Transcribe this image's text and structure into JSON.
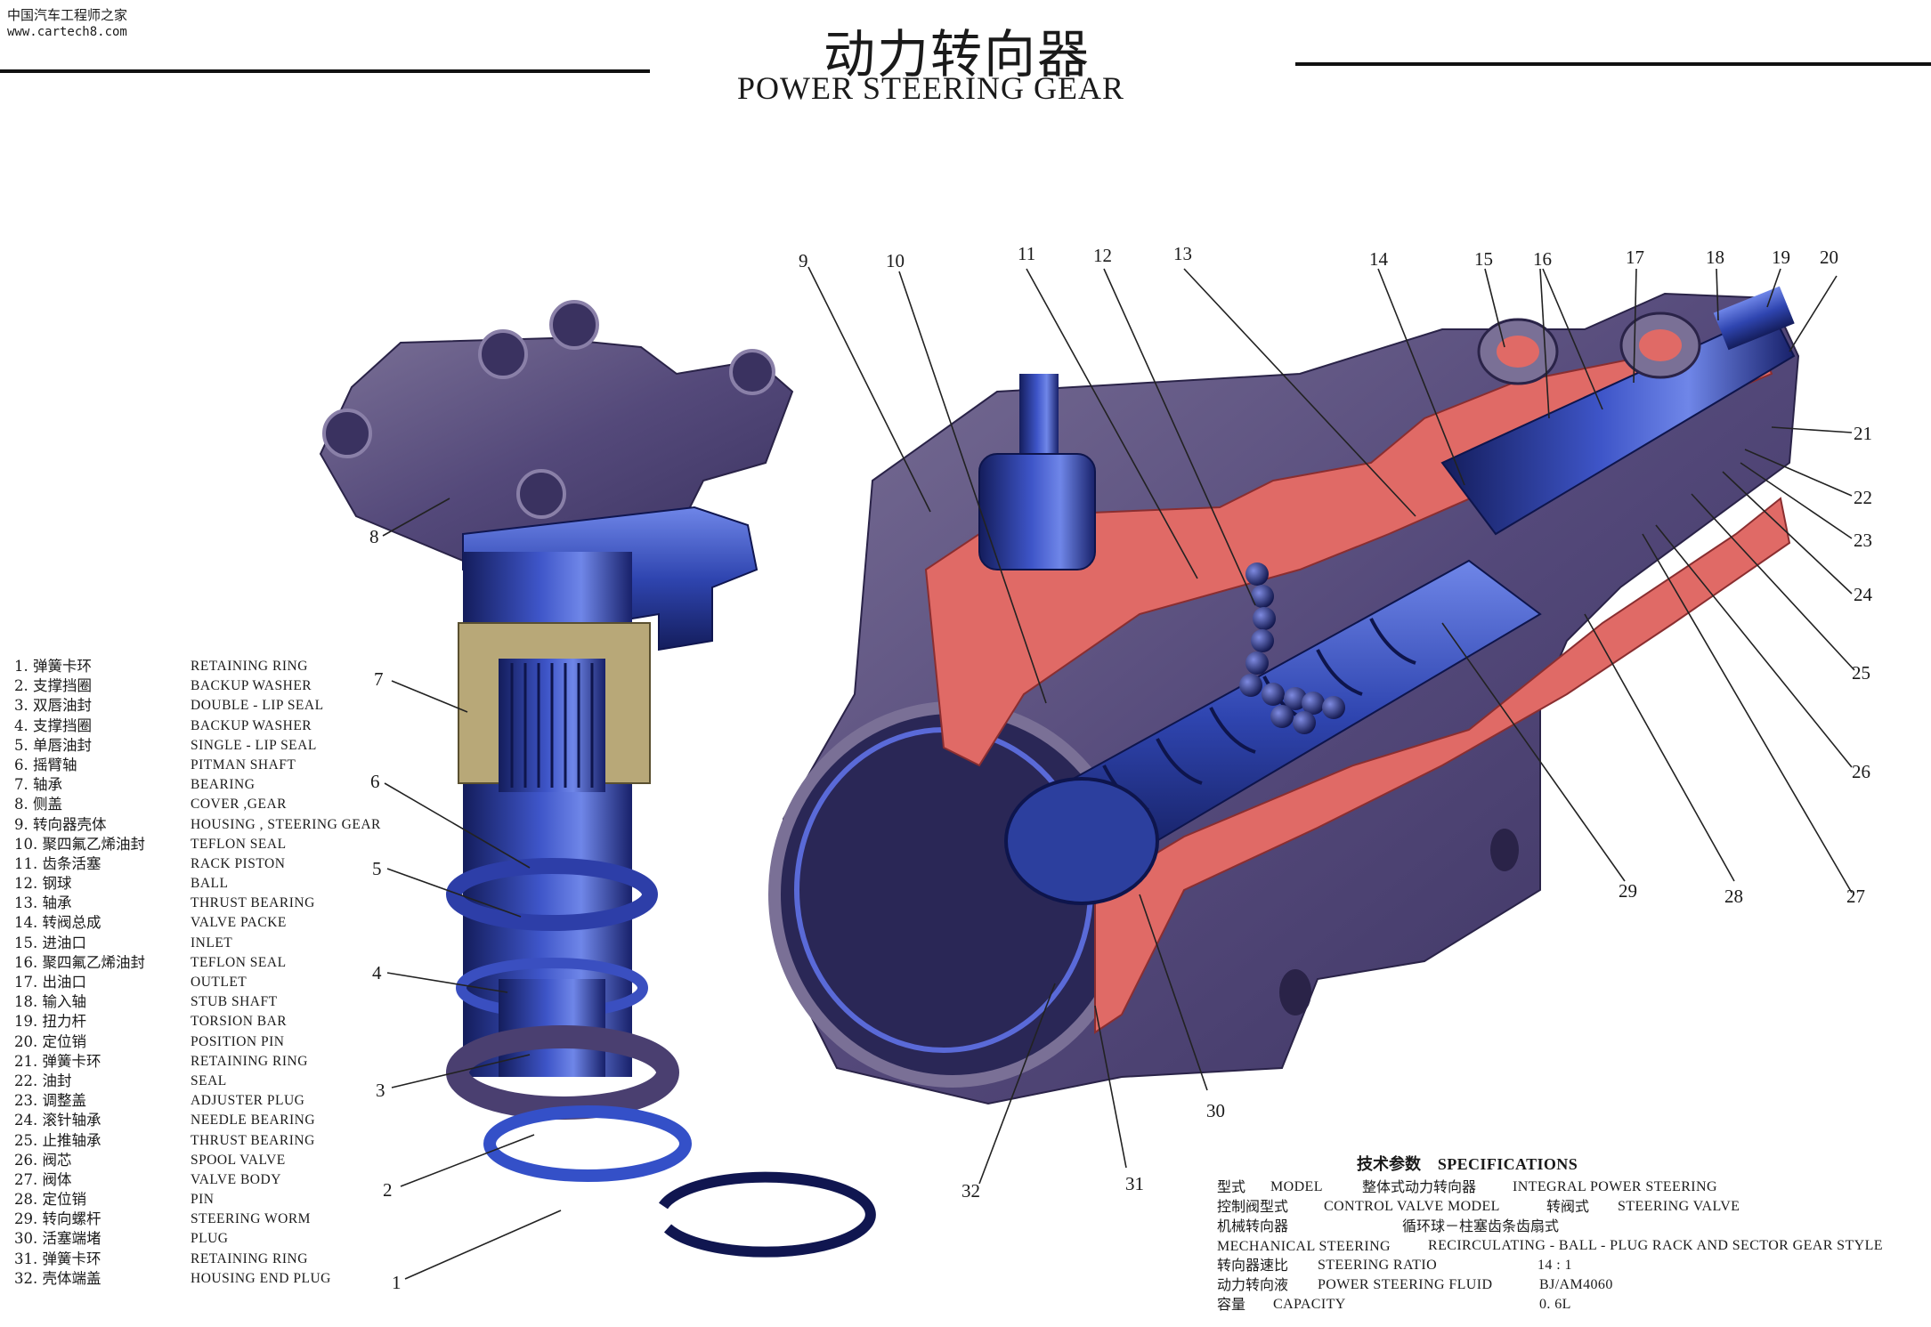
{
  "watermark": {
    "line1": "中国汽车工程师之家",
    "line2": "www.cartech8.com"
  },
  "title": {
    "cn": "动力转向器",
    "en": "POWER STEERING GEAR"
  },
  "legend": [
    {
      "cn": "1. 弹簧卡环",
      "en": "RETAINING RING"
    },
    {
      "cn": "2. 支撑挡圈",
      "en": "BACKUP WASHER"
    },
    {
      "cn": "3. 双唇油封",
      "en": "DOUBLE - LIP SEAL"
    },
    {
      "cn": "4. 支撑挡圈",
      "en": "BACKUP WASHER"
    },
    {
      "cn": "5. 单唇油封",
      "en": "SINGLE - LIP SEAL"
    },
    {
      "cn": "6. 摇臂轴",
      "en": "PITMAN SHAFT"
    },
    {
      "cn": "7. 轴承",
      "en": "BEARING"
    },
    {
      "cn": "8. 侧盖",
      "en": "COVER ,GEAR"
    },
    {
      "cn": "9. 转向器壳体",
      "en": "HOUSING , STEERING GEAR"
    },
    {
      "cn": "10. 聚四氟乙烯油封",
      "en": "TEFLON SEAL"
    },
    {
      "cn": "11. 齿条活塞",
      "en": "RACK PISTON"
    },
    {
      "cn": "12. 钢球",
      "en": "BALL"
    },
    {
      "cn": "13. 轴承",
      "en": "THRUST BEARING"
    },
    {
      "cn": "14. 转阀总成",
      "en": "VALVE PACKE"
    },
    {
      "cn": "15. 进油口",
      "en": "INLET"
    },
    {
      "cn": "16. 聚四氟乙烯油封",
      "en": "TEFLON SEAL"
    },
    {
      "cn": "17. 出油口",
      "en": "OUTLET"
    },
    {
      "cn": "18. 输入轴",
      "en": "STUB SHAFT"
    },
    {
      "cn": "19. 扭力杆",
      "en": "TORSION BAR"
    },
    {
      "cn": "20. 定位销",
      "en": "POSITION PIN"
    },
    {
      "cn": "21. 弹簧卡环",
      "en": "RETAINING RING"
    },
    {
      "cn": "22. 油封",
      "en": "SEAL"
    },
    {
      "cn": "23. 调整盖",
      "en": "ADJUSTER PLUG"
    },
    {
      "cn": "24. 滚针轴承",
      "en": "NEEDLE BEARING"
    },
    {
      "cn": "25. 止推轴承",
      "en": "THRUST BEARING"
    },
    {
      "cn": "26. 阀芯",
      "en": "SPOOL VALVE"
    },
    {
      "cn": "27. 阀体",
      "en": "VALVE BODY"
    },
    {
      "cn": "28. 定位销",
      "en": "PIN"
    },
    {
      "cn": "29. 转向螺杆",
      "en": "STEERING WORM"
    },
    {
      "cn": "30. 活塞端堵",
      "en": "PLUG"
    },
    {
      "cn": "31. 弹簧卡环",
      "en": "RETAINING RING"
    },
    {
      "cn": "32. 壳体端盖",
      "en": "HOUSING END PLUG"
    }
  ],
  "callouts": [
    "1",
    "2",
    "3",
    "4",
    "5",
    "6",
    "7",
    "8",
    "9",
    "10",
    "11",
    "12",
    "13",
    "14",
    "15",
    "16",
    "17",
    "18",
    "19",
    "20",
    "21",
    "22",
    "23",
    "24",
    "25",
    "26",
    "27",
    "28",
    "29",
    "30",
    "31",
    "32"
  ],
  "specs": {
    "heading_cn": "技术参数",
    "heading_en": "SPECIFICATIONS",
    "model_cn": "型式",
    "model_en": "MODEL",
    "model_value_cn": "整体式动力转向器",
    "model_value_en": "INTEGRAL POWER STEERING",
    "valve_cn": "控制阀型式",
    "valve_en": "CONTROL VALVE MODEL",
    "valve_value_cn": "转阀式",
    "valve_value_en": "STEERING VALVE",
    "mech_cn": "机械转向器",
    "mech_value_cn": "循环球－柱塞齿条齿扇式",
    "mech_en": "MECHANICAL STEERING",
    "mech_value_en": "RECIRCULATING - BALL - PLUG RACK AND SECTOR GEAR STYLE",
    "ratio_cn": "转向器速比",
    "ratio_en": "STEERING RATIO",
    "ratio_value": "14 : 1",
    "fluid_cn": "动力转向液",
    "fluid_en": "POWER STEERING FLUID",
    "fluid_value": "BJ/AM4060",
    "cap_cn": "容量",
    "cap_en": "CAPACITY",
    "cap_value": "0. 6L"
  },
  "colors": {
    "steel_blue": "#2c3f9e",
    "housing_purple": "#5a4f7a",
    "cutaway_red": "#e06a66",
    "bearing_tan": "#b8a878"
  }
}
